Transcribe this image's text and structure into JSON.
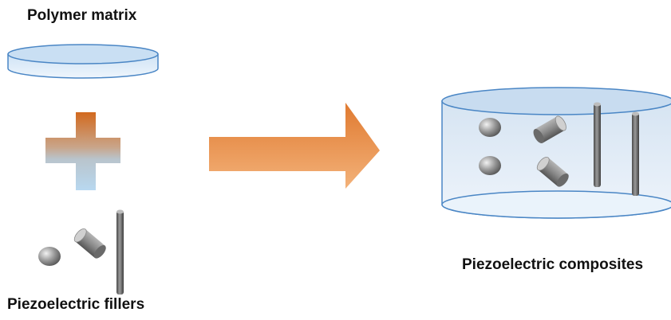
{
  "labels": {
    "polymer_matrix": "Polymer matrix",
    "piezoelectric_fillers": "Piezoelectric fillers",
    "piezoelectric_composites": "Piezoelectric composites"
  },
  "colors": {
    "matrix_fill": "#dbe9f7",
    "matrix_stroke": "#4a86c5",
    "plus_top": "#d2691e",
    "plus_bottom": "#b8d8f0",
    "arrow_start": "#d9742e",
    "arrow_end": "#f5a55a",
    "filler_gray": "#7a7a7a"
  },
  "icons": [
    "polymer-disc-icon",
    "plus-icon",
    "sphere-icon",
    "cylinder-icon",
    "rod-icon",
    "right-arrow-icon",
    "composite-container-icon"
  ]
}
